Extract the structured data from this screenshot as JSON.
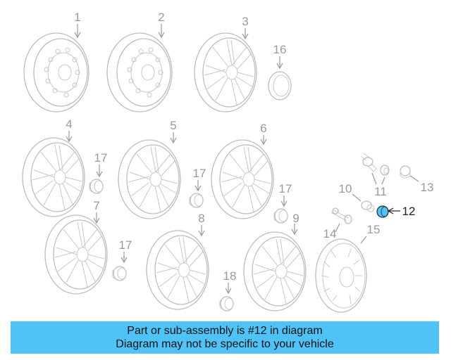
{
  "diagram": {
    "callouts": [
      "1",
      "2",
      "3",
      "4",
      "5",
      "6",
      "7",
      "8",
      "9",
      "10",
      "11",
      "12",
      "13",
      "14",
      "15",
      "16",
      "17",
      "17",
      "17",
      "17",
      "18"
    ],
    "highlighted_part": "12",
    "highlight_color": "#4fc3f7"
  },
  "banner": {
    "line1": "Part or sub-assembly is #12 in diagram",
    "line2": "Diagram may not be specific to your vehicle",
    "background": "#4fc3f7"
  }
}
